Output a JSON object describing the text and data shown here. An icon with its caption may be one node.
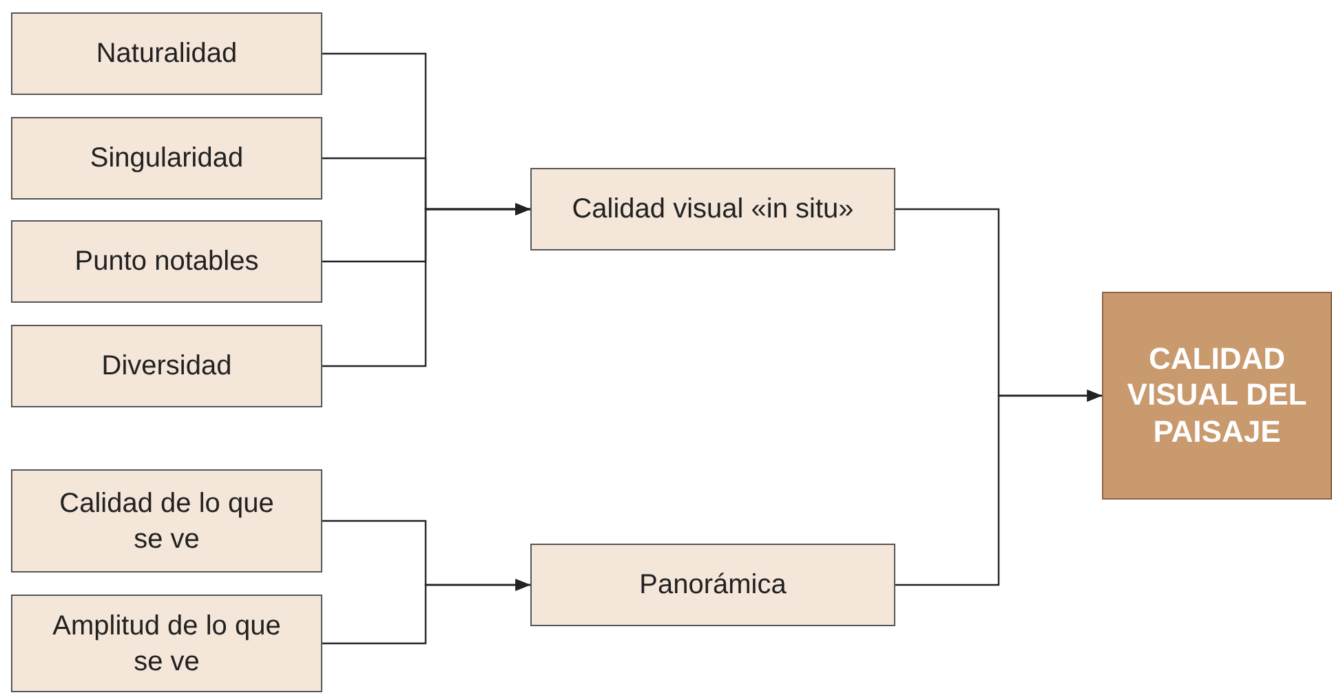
{
  "diagram": {
    "nodes": [
      {
        "text": [
          "Naturalidad"
        ]
      },
      {
        "text": [
          "Singularidad"
        ]
      },
      {
        "text": [
          "Punto notables"
        ]
      },
      {
        "text": [
          "Diversidad"
        ]
      },
      {
        "text": [
          "Calidad visual «in situ»"
        ]
      },
      {
        "text": [
          "Calidad de lo que se ve"
        ]
      },
      {
        "text": [
          "Amplitud de lo que se ve"
        ]
      },
      {
        "text": [
          "Panorámica"
        ]
      },
      {
        "text": [
          "CALIDAD VISUAL DEL PAISAJE"
        ]
      }
    ],
    "edges": [
      {
        "from": 0,
        "to": 4,
        "arrow": "to"
      },
      {
        "from": 1,
        "to": 4,
        "arrow": "to"
      },
      {
        "from": 2,
        "to": 4,
        "arrow": "to"
      },
      {
        "from": 3,
        "to": 4,
        "arrow": "to"
      },
      {
        "from": 5,
        "to": 7,
        "arrow": "to"
      },
      {
        "from": 6,
        "to": 7,
        "arrow": "to"
      },
      {
        "from": 4,
        "to": 8,
        "arrow": "to"
      },
      {
        "from": 7,
        "to": 8,
        "arrow": "to"
      }
    ]
  }
}
